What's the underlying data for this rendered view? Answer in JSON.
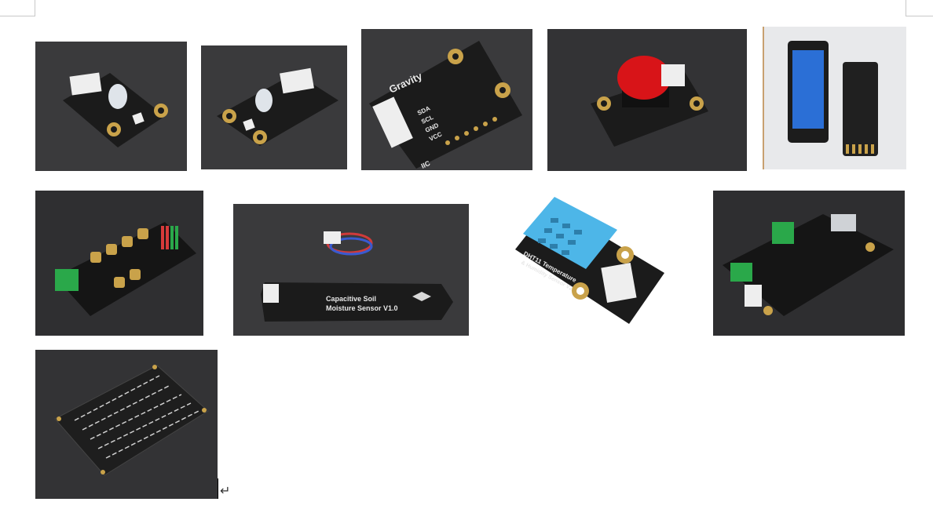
{
  "document": {
    "paragraph_mark": "↵"
  },
  "modules": {
    "soil_sensor_label_line1": "Capacitive Soil",
    "soil_sensor_label_line2": "Moisture Sensor V1.0",
    "i2c_label": "Gravity",
    "i2c_pins": [
      "SDA",
      "SCL",
      "GND",
      "VCC"
    ],
    "i2c_tag": "IIC",
    "dht11_label": "DHT11 Temperature",
    "dht11_label2": "& Humidity Sensor V2"
  },
  "colors": {
    "board": "#1b1b1b",
    "background": "#3a3a3c",
    "gold": "#c9a24a",
    "connector": "#eeeeee",
    "red_button": "#d81418",
    "dht_blue": "#4db6e8",
    "green_terminal": "#2aa84a"
  }
}
